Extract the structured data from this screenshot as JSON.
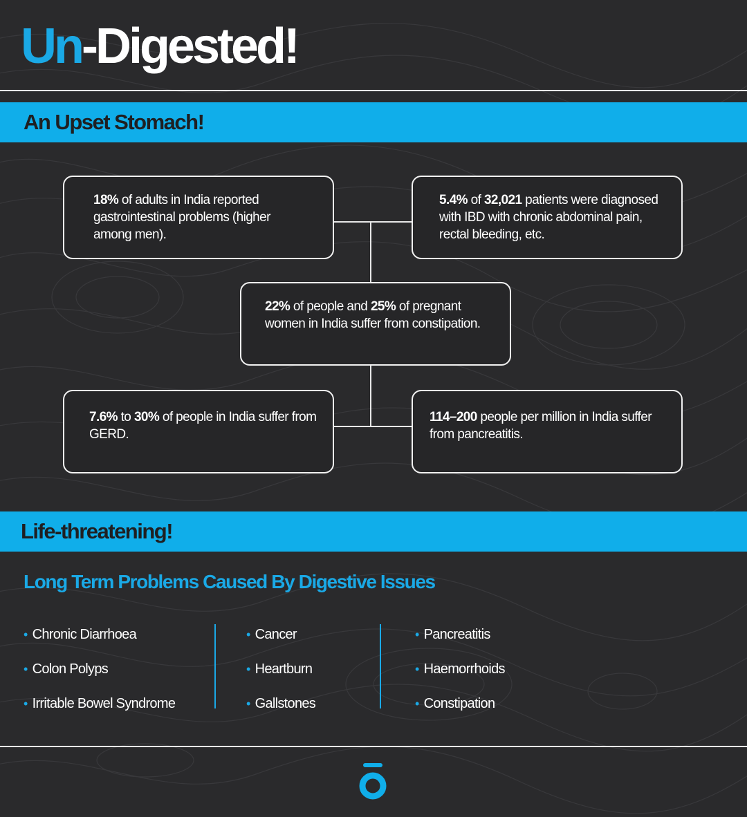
{
  "header": {
    "title_accent": "Un",
    "title_rest": "-Digested!"
  },
  "section1": {
    "band_title": "An Upset Stomach!",
    "stats": [
      {
        "bold": "18%",
        "text": " of adults in India reported gastrointestinal problems (higher among men)."
      },
      {
        "bold": "5.4%",
        "mid": " of ",
        "bold2": "32,021",
        "text": " patients were diagnosed with IBD with chronic abdominal pain, rectal bleeding, etc."
      },
      {
        "bold": "22%",
        "mid": " of people and ",
        "bold2": "25%",
        "text": " of pregnant women in India suffer from constipation."
      },
      {
        "bold": "7.6%",
        "mid": " to ",
        "bold2": "30%",
        "text": " of people in India suffer from GERD."
      },
      {
        "bold": "114–200",
        "text": " people per million in India suffer from pancreatitis."
      }
    ]
  },
  "section2": {
    "band_title": "Life-threatening!",
    "subheading": "Long Term Problems Caused By Digestive Issues",
    "columns": [
      [
        "Chronic Diarrhoea",
        "Colon Polyps",
        "Irritable Bowel Syndrome"
      ],
      [
        "Cancer",
        "Heartburn",
        "Gallstones"
      ],
      [
        "Pancreatitis",
        "Haemorrhoids",
        "Constipation"
      ]
    ]
  },
  "colors": {
    "accent": "#1aa9e6",
    "band": "#10aeea",
    "background": "#2a2a2c"
  },
  "footer": {
    "logo_icon": "brand-logo-icon"
  }
}
